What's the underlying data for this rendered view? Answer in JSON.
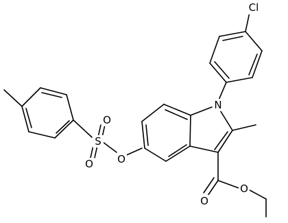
{
  "molecule": {
    "atoms": {
      "chlorine": "Cl",
      "nitrogen": "N",
      "sulfur": "S",
      "oxygen_sulfonyl_top": "O",
      "oxygen_sulfonyl_bottom": "O",
      "oxygen_ester_link": "O",
      "oxygen_carbonyl": "O",
      "oxygen_ethoxy": "O"
    }
  }
}
